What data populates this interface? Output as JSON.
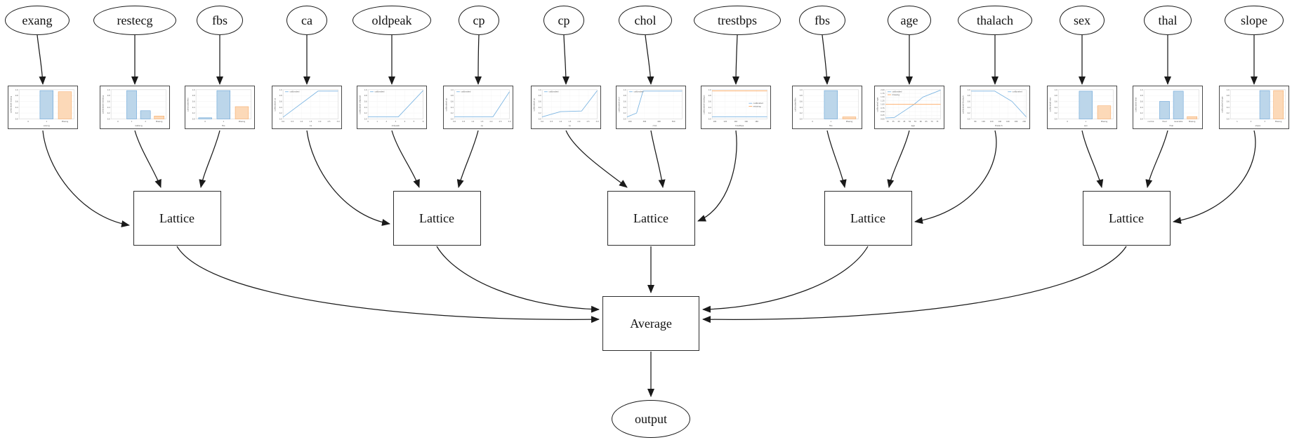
{
  "diagram": {
    "feature_nodes": [
      {
        "id": "f1",
        "label": "exang"
      },
      {
        "id": "f2",
        "label": "restecg"
      },
      {
        "id": "f3",
        "label": "fbs"
      },
      {
        "id": "f4",
        "label": "ca"
      },
      {
        "id": "f5",
        "label": "oldpeak"
      },
      {
        "id": "f6",
        "label": "cp"
      },
      {
        "id": "f7",
        "label": "cp"
      },
      {
        "id": "f8",
        "label": "chol"
      },
      {
        "id": "f9",
        "label": "trestbps"
      },
      {
        "id": "f10",
        "label": "fbs"
      },
      {
        "id": "f11",
        "label": "age"
      },
      {
        "id": "f12",
        "label": "thalach"
      },
      {
        "id": "f13",
        "label": "sex"
      },
      {
        "id": "f14",
        "label": "thal"
      },
      {
        "id": "f15",
        "label": "slope"
      }
    ],
    "lattice_nodes": [
      {
        "id": "l1",
        "label": "Lattice"
      },
      {
        "id": "l2",
        "label": "Lattice"
      },
      {
        "id": "l3",
        "label": "Lattice"
      },
      {
        "id": "l4",
        "label": "Lattice"
      },
      {
        "id": "l5",
        "label": "Lattice"
      }
    ],
    "average_node": {
      "id": "avg",
      "label": "Average"
    },
    "output_node": {
      "id": "out",
      "label": "output"
    },
    "edges": [
      {
        "from": "f1",
        "to": "c1"
      },
      {
        "from": "f2",
        "to": "c2"
      },
      {
        "from": "f3",
        "to": "c3"
      },
      {
        "from": "f4",
        "to": "c4"
      },
      {
        "from": "f5",
        "to": "c5"
      },
      {
        "from": "f6",
        "to": "c6"
      },
      {
        "from": "f7",
        "to": "c7"
      },
      {
        "from": "f8",
        "to": "c8"
      },
      {
        "from": "f9",
        "to": "c9"
      },
      {
        "from": "f10",
        "to": "c10"
      },
      {
        "from": "f11",
        "to": "c11"
      },
      {
        "from": "f12",
        "to": "c12"
      },
      {
        "from": "f13",
        "to": "c13"
      },
      {
        "from": "f14",
        "to": "c14"
      },
      {
        "from": "f15",
        "to": "c15"
      },
      {
        "from": "c1",
        "to": "l1"
      },
      {
        "from": "c2",
        "to": "l1"
      },
      {
        "from": "c3",
        "to": "l1"
      },
      {
        "from": "c4",
        "to": "l2"
      },
      {
        "from": "c5",
        "to": "l2"
      },
      {
        "from": "c6",
        "to": "l2"
      },
      {
        "from": "c7",
        "to": "l3"
      },
      {
        "from": "c8",
        "to": "l3"
      },
      {
        "from": "c9",
        "to": "l3"
      },
      {
        "from": "c10",
        "to": "l4"
      },
      {
        "from": "c11",
        "to": "l4"
      },
      {
        "from": "c12",
        "to": "l4"
      },
      {
        "from": "c13",
        "to": "l5"
      },
      {
        "from": "c14",
        "to": "l5"
      },
      {
        "from": "c15",
        "to": "l5"
      },
      {
        "from": "l1",
        "to": "avg"
      },
      {
        "from": "l2",
        "to": "avg"
      },
      {
        "from": "l3",
        "to": "avg"
      },
      {
        "from": "l4",
        "to": "avg"
      },
      {
        "from": "l5",
        "to": "avg"
      },
      {
        "from": "avg",
        "to": "out"
      }
    ]
  },
  "legend_labels": {
    "calibrated": "calibrated",
    "missing": "missing"
  },
  "colors": {
    "calibrated_line": "#7cb5e2",
    "missing_line": "#ffa85e",
    "calibrated_fill": "#bcd6ea",
    "calibrated_edge": "#5d9dd5",
    "missing_fill": "#fcd9b8",
    "missing_edge": "#f5a45d",
    "edge_stroke": "#1a1a1a"
  },
  "chart_data": [
    {
      "id": "c1",
      "type": "bar",
      "feature": "exang",
      "xlabel": "exang",
      "ylabel": "calibrated exang",
      "categories": [
        "0",
        "1",
        "Missing"
      ],
      "bars": [
        {
          "cat": "1",
          "value": 0.97,
          "color": "calibrated"
        },
        {
          "cat": "Missing",
          "value": 0.93,
          "color": "missing"
        }
      ],
      "y_ticks": [
        "0.0",
        "0.2",
        "0.4",
        "0.6",
        "0.8",
        "1.0"
      ],
      "ylim": [
        0,
        1
      ]
    },
    {
      "id": "c2",
      "type": "bar",
      "feature": "restecg",
      "xlabel": "restecg",
      "ylabel": "calibrated restecg",
      "categories": [
        "0",
        "1",
        "2",
        "Missing"
      ],
      "bars": [
        {
          "cat": "1",
          "value": 0.97,
          "color": "calibrated"
        },
        {
          "cat": "2",
          "value": 0.28,
          "color": "calibrated"
        },
        {
          "cat": "Missing",
          "value": 0.1,
          "color": "missing"
        }
      ],
      "y_ticks": [
        "0.0",
        "0.2",
        "0.4",
        "0.6",
        "0.8",
        "1.0"
      ],
      "ylim": [
        0,
        1
      ]
    },
    {
      "id": "c3",
      "type": "bar",
      "feature": "fbs",
      "xlabel": "fbs",
      "ylabel": "calibrated fbs",
      "categories": [
        "0",
        "1",
        "Missing"
      ],
      "bars": [
        {
          "cat": "0",
          "value": 0.04,
          "color": "calibrated"
        },
        {
          "cat": "1",
          "value": 0.97,
          "color": "calibrated"
        },
        {
          "cat": "Missing",
          "value": 0.42,
          "color": "missing"
        }
      ],
      "y_ticks": [
        "0.0",
        "0.2",
        "0.4",
        "0.6",
        "0.8",
        "1.0"
      ],
      "ylim": [
        0,
        1
      ]
    },
    {
      "id": "c4",
      "type": "line",
      "feature": "ca",
      "xlabel": "ca",
      "ylabel": "calibrated ca",
      "xlim": [
        0,
        3
      ],
      "ylim": [
        0,
        1
      ],
      "x_ticks": [
        "0.0",
        "0.5",
        "1.0",
        "1.5",
        "2.0",
        "2.5",
        "3.0"
      ],
      "y_ticks": [
        "0.0",
        "0.2",
        "0.4",
        "0.6",
        "0.8",
        "1.0"
      ],
      "series": [
        {
          "name": "calibrated",
          "color": "calibrated",
          "points": [
            [
              0,
              0.06
            ],
            [
              1.9,
              0.95
            ],
            [
              3,
              0.95
            ]
          ]
        }
      ],
      "legend": {
        "pos": "tl",
        "items": [
          "calibrated"
        ]
      }
    },
    {
      "id": "c5",
      "type": "line",
      "feature": "oldpeak",
      "xlabel": "oldpeak",
      "ylabel": "calibrated oldpeak",
      "xlim": [
        0,
        6
      ],
      "ylim": [
        0,
        1
      ],
      "x_ticks": [
        "0",
        "1",
        "2",
        "3",
        "4",
        "5",
        "6"
      ],
      "y_ticks": [
        "0.0",
        "0.2",
        "0.4",
        "0.6",
        "0.8",
        "1.0"
      ],
      "series": [
        {
          "name": "calibrated",
          "color": "calibrated",
          "points": [
            [
              0,
              0.07
            ],
            [
              3.3,
              0.07
            ],
            [
              6,
              0.97
            ]
          ]
        }
      ],
      "legend": {
        "pos": "tl",
        "items": [
          "calibrated"
        ]
      }
    },
    {
      "id": "c6",
      "type": "line",
      "feature": "cp",
      "xlabel": "cp",
      "ylabel": "calibrated cp",
      "xlim": [
        0,
        3
      ],
      "ylim": [
        0,
        1
      ],
      "x_ticks": [
        "0.0",
        "0.5",
        "1.0",
        "1.5",
        "2.0",
        "2.5",
        "3.0"
      ],
      "y_ticks": [
        "0.0",
        "0.2",
        "0.4",
        "0.6",
        "0.8",
        "1.0"
      ],
      "series": [
        {
          "name": "calibrated",
          "color": "calibrated",
          "points": [
            [
              0,
              0.07
            ],
            [
              2.1,
              0.07
            ],
            [
              3,
              0.93
            ]
          ]
        }
      ],
      "legend": {
        "pos": "tl",
        "items": [
          "calibrated"
        ]
      }
    },
    {
      "id": "c7",
      "type": "line",
      "feature": "cp",
      "xlabel": "cp",
      "ylabel": "calibrated cp",
      "xlim": [
        0,
        3
      ],
      "ylim": [
        0,
        1
      ],
      "x_ticks": [
        "0.0",
        "0.5",
        "1.0",
        "1.5",
        "2.0",
        "2.5",
        "3.0"
      ],
      "y_ticks": [
        "0.0",
        "0.2",
        "0.4",
        "0.6",
        "0.8",
        "1.0"
      ],
      "series": [
        {
          "name": "calibrated",
          "color": "calibrated",
          "points": [
            [
              0,
              0.07
            ],
            [
              1,
              0.25
            ],
            [
              2.15,
              0.27
            ],
            [
              3,
              0.97
            ]
          ]
        }
      ],
      "legend": {
        "pos": "tl",
        "items": [
          "calibrated"
        ]
      }
    },
    {
      "id": "c8",
      "type": "line",
      "feature": "chol",
      "xlabel": "chol",
      "ylabel": "calibrated chol",
      "xlim": [
        180,
        560
      ],
      "ylim": [
        0,
        1
      ],
      "x_ticks": [
        "200",
        "300",
        "400",
        "500"
      ],
      "y_ticks": [
        "0.0",
        "0.2",
        "0.4",
        "0.6",
        "0.8",
        "1.0"
      ],
      "series": [
        {
          "name": "calibrated",
          "color": "calibrated",
          "points": [
            [
              180,
              0.07
            ],
            [
              245,
              0.2
            ],
            [
              290,
              0.95
            ],
            [
              560,
              0.95
            ]
          ]
        }
      ],
      "legend": {
        "pos": "tl",
        "items": [
          "calibrated"
        ]
      }
    },
    {
      "id": "c9",
      "type": "line",
      "feature": "trestbps",
      "xlabel": "trestbps",
      "ylabel": "calibrated trestbps",
      "xlim": [
        95,
        200
      ],
      "ylim": [
        0,
        1
      ],
      "x_ticks": [
        "100",
        "120",
        "140",
        "160",
        "180"
      ],
      "y_ticks": [
        "0.0",
        "0.2",
        "0.4",
        "0.6",
        "0.8",
        "1.0"
      ],
      "series": [
        {
          "name": "calibrated",
          "color": "calibrated",
          "points": [
            [
              95,
              0.07
            ],
            [
              200,
              0.07
            ]
          ]
        },
        {
          "name": "missing",
          "color": "missing",
          "points": [
            [
              95,
              0.96
            ],
            [
              200,
              0.96
            ]
          ]
        }
      ],
      "legend": {
        "pos": "mr",
        "items": [
          "calibrated",
          "missing"
        ]
      }
    },
    {
      "id": "c10",
      "type": "bar",
      "feature": "fbs",
      "xlabel": "fbs",
      "ylabel": "calibrated fbs",
      "categories": [
        "0",
        "1",
        "Missing"
      ],
      "bars": [
        {
          "cat": "1",
          "value": 0.97,
          "color": "calibrated"
        },
        {
          "cat": "Missing",
          "value": 0.07,
          "color": "missing"
        }
      ],
      "y_ticks": [
        "0.0",
        "0.2",
        "0.4",
        "0.6",
        "0.8",
        "1.0"
      ],
      "ylim": [
        0,
        1
      ]
    },
    {
      "id": "c11",
      "type": "line",
      "feature": "age",
      "xlabel": "age",
      "ylabel": "calibrated age",
      "xlim": [
        28,
        78
      ],
      "ylim": [
        0,
        2
      ],
      "x_ticks": [
        "30",
        "35",
        "40",
        "45",
        "50",
        "55",
        "60",
        "65",
        "70",
        "75"
      ],
      "y_ticks": [
        "0.00",
        "0.25",
        "0.50",
        "0.75",
        "1.00",
        "1.25",
        "1.50",
        "1.75",
        "2.00"
      ],
      "series": [
        {
          "name": "calibrated",
          "color": "calibrated",
          "points": [
            [
              28,
              0.07
            ],
            [
              36,
              0.1
            ],
            [
              48,
              0.7
            ],
            [
              54,
              1.0
            ],
            [
              62,
              1.5
            ],
            [
              78,
              1.97
            ]
          ]
        },
        {
          "name": "missing",
          "color": "missing",
          "points": [
            [
              28,
              1.0
            ],
            [
              78,
              1.0
            ]
          ]
        }
      ],
      "legend": {
        "pos": "tl",
        "items": [
          "calibrated",
          "missing"
        ]
      }
    },
    {
      "id": "c12",
      "type": "line",
      "feature": "thalach",
      "xlabel": "thalach",
      "ylabel": "calibrated thalach",
      "xlim": [
        70,
        205
      ],
      "ylim": [
        0,
        1
      ],
      "x_ticks": [
        "80",
        "100",
        "120",
        "140",
        "160",
        "180",
        "200"
      ],
      "y_ticks": [
        "0.0",
        "0.2",
        "0.4",
        "0.6",
        "0.8",
        "1.0"
      ],
      "series": [
        {
          "name": "calibrated",
          "color": "calibrated",
          "points": [
            [
              70,
              0.95
            ],
            [
              128,
              0.95
            ],
            [
              170,
              0.6
            ],
            [
              205,
              0.07
            ]
          ]
        }
      ],
      "legend": {
        "pos": "tr",
        "items": [
          "calibrated"
        ]
      }
    },
    {
      "id": "c13",
      "type": "bar",
      "feature": "sex",
      "xlabel": "sex",
      "ylabel": "calibrated sex",
      "categories": [
        "0",
        "1",
        "Missing"
      ],
      "bars": [
        {
          "cat": "1",
          "value": 0.95,
          "color": "calibrated"
        },
        {
          "cat": "Missing",
          "value": 0.45,
          "color": "missing"
        }
      ],
      "y_ticks": [
        "0.0",
        "0.2",
        "0.4",
        "0.6",
        "0.8",
        "1.0"
      ],
      "ylim": [
        0,
        1
      ]
    },
    {
      "id": "c14",
      "type": "bar",
      "feature": "thal",
      "xlabel": "thal",
      "ylabel": "calibrated thal",
      "categories": [
        "normal",
        "fixed",
        "reversible",
        "Missing"
      ],
      "bars": [
        {
          "cat": "fixed",
          "value": 0.6,
          "color": "calibrated"
        },
        {
          "cat": "reversible",
          "value": 0.95,
          "color": "calibrated"
        },
        {
          "cat": "Missing",
          "value": 0.08,
          "color": "missing"
        }
      ],
      "y_ticks": [
        "0.0",
        "0.2",
        "0.4",
        "0.6",
        "0.8",
        "1.0"
      ],
      "ylim": [
        0,
        1
      ]
    },
    {
      "id": "c15",
      "type": "bar",
      "feature": "slope",
      "xlabel": "slope",
      "ylabel": "calibrated slope",
      "categories": [
        "1",
        "2",
        "3",
        "Missing"
      ],
      "bars": [
        {
          "cat": "3",
          "value": 0.97,
          "color": "calibrated"
        },
        {
          "cat": "Missing",
          "value": 0.97,
          "color": "missing"
        }
      ],
      "y_ticks": [
        "0.0",
        "0.2",
        "0.4",
        "0.6",
        "0.8",
        "1.0"
      ],
      "ylim": [
        0,
        1
      ]
    }
  ]
}
